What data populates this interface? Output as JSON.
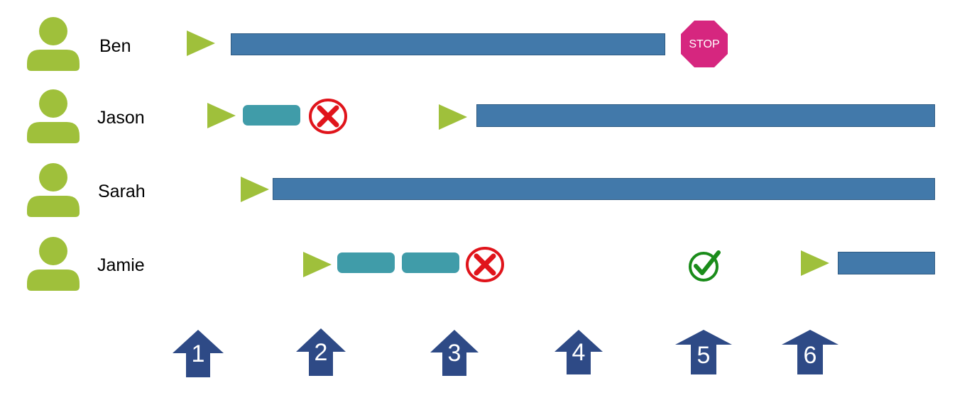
{
  "people": [
    {
      "name": "Ben"
    },
    {
      "name": "Jason"
    },
    {
      "name": "Sarah"
    },
    {
      "name": "Jamie"
    }
  ],
  "stop_sign": {
    "label": "STOP",
    "color": "#d6267f"
  },
  "markers": [
    "1",
    "2",
    "3",
    "4",
    "5",
    "6"
  ],
  "colors": {
    "avatar": "#9fc03b",
    "play": "#9fc03b",
    "long_bar": "#4279aa",
    "short_bar": "#409ca9",
    "fail": "#e0141b",
    "success": "#1a8c1a",
    "marker_arrow": "#2e4a86"
  }
}
